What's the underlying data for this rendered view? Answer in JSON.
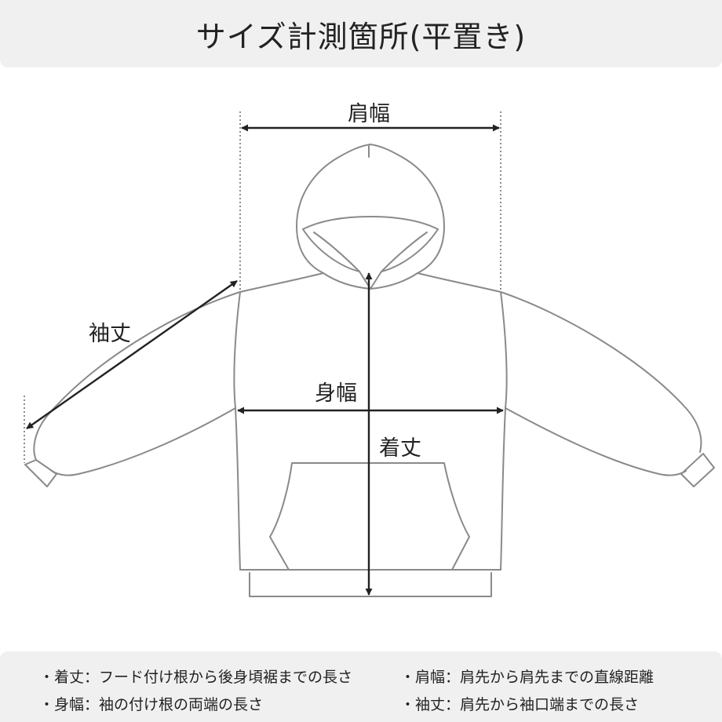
{
  "title": "サイズ計測箇所(平置き)",
  "labels": {
    "shoulder": "肩幅",
    "sleeve": "袖丈",
    "body_width": "身幅",
    "length": "着丈"
  },
  "legend": [
    "・着丈：フード付け根から後身頃裾までの長さ",
    "・肩幅：肩先から肩先までの直線距離",
    "・身幅：袖の付け根の両端の長さ",
    "・袖丈：肩先から袖口端までの長さ"
  ],
  "colors": {
    "outline": "#8a8a8a",
    "arrow": "#222222",
    "panel": "#f0f0f0"
  }
}
